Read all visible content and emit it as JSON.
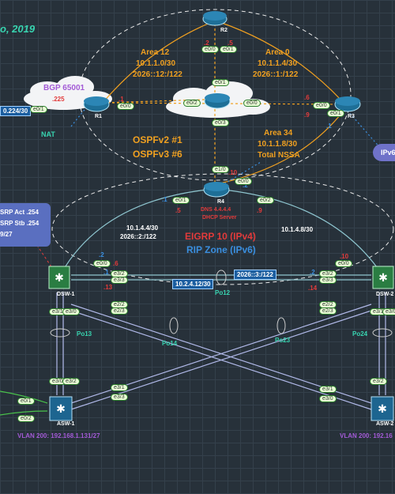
{
  "header": {
    "date_fragment": "o, 2019"
  },
  "routers": {
    "r1": "R1",
    "r2": "R2",
    "r3": "R3",
    "r4": "R4",
    "dsw1": "DSW-1",
    "dsw2": "DSW-2",
    "asw1": "ASW-1",
    "asw2": "ASW-2"
  },
  "areas": {
    "area12": [
      "Area 12",
      "10.1.1.0/30",
      "2026::12:/122"
    ],
    "area0": [
      "Area 0",
      "10.1.1.4/30",
      "2026::1:/122"
    ],
    "area34": [
      "Area 34",
      "10.1.1.8/30",
      "Total NSSA"
    ]
  },
  "bgp": {
    "label": "BGP 65001",
    "octet": ".225",
    "subnet": "0.224/30",
    "nat": "NAT"
  },
  "ospf": [
    "OSPFv2 #1",
    "OSPFv3 #6"
  ],
  "r4": {
    "dns": "DNS 4.4.4.4",
    "dhcp": "DHCP Server"
  },
  "eigrp": {
    "name": "EIGRP 10 (IPv4)",
    "rip": "RIP Zone (IPv6)"
  },
  "subnets": {
    "left": [
      "10.1.4.4/30",
      "2026::2:/122"
    ],
    "right": "10.1.4.8/30",
    "mid": "10.2.4.12/30",
    "mid6": "2026::3:/122"
  },
  "hsrp": [
    "SRP Act .254",
    "SRP Stb .254",
    "9/27"
  ],
  "ipv6_tag": "IPv6",
  "vlan": {
    "left": "VLAN 200: 192.168.1.131/27",
    "right": "VLAN 200: 192.16"
  },
  "ports": {
    "po12": "Po12",
    "po13": "Po13",
    "po14": "Po14",
    "po23": "Po23",
    "po24": "Po24"
  },
  "octets": {
    "r2_left": ".2",
    "r2_right": ".5",
    "r1_right": ".1",
    "r3_left": ".6",
    "r3_low": ".9",
    "r3_under": ".1",
    "r4_top": ".10",
    "r4_topr": ".2",
    "r4_l": ".1",
    "r4_l2": ".5",
    "r4_r": ".9",
    "dsw1_a": ".2",
    "dsw1_b": ".6",
    "dsw1_c": ".1",
    "dsw1_d": ".13",
    "dsw2_a": ".10",
    "dsw2_b": ".2",
    "dsw2_c": ".14"
  },
  "interfaces": {
    "r2_e00": "e0/0",
    "r2_e01": "e0/1",
    "r1_e01": "e0/1",
    "r1_e00": "e0/0",
    "mid_e01": "e0/1",
    "mid_e02": "e0/2",
    "mid_e00": "e0/0",
    "mid_e03": "e0/3",
    "r3_e00": "e0/0",
    "r3_e01": "e0/1",
    "r4_e10": "e1/0",
    "r4_e00": "e0/0",
    "r4_e01": "e0/1",
    "r4_e02": "e0/2",
    "dsw1_e00": "e0/0",
    "dsw1_e32": "e3/2",
    "dsw1_e33": "e3/3",
    "dsw1_e22": "e2/2",
    "dsw1_e23": "e2/3",
    "dsw1_e31": "e3/1",
    "dsw1_e30": "e3/0",
    "dsw2_e00": "e0/0",
    "dsw2_e32": "e3/2",
    "dsw2_e33": "e3/3",
    "dsw2_e22": "e2/2",
    "dsw2_e23": "e2/3",
    "dsw2_e31": "e3/1",
    "dsw2_e30": "e3/0",
    "asw1_e01": "e0/1",
    "asw1_e02": "e0/2",
    "asw1_e30": "e3/0",
    "asw1_e32": "e3/2",
    "asw1_e31": "e3/1",
    "asw1_e33": "e3/3",
    "asw2_e31": "e3/1",
    "asw2_e30": "e3/0",
    "asw2_e32": "e3/2"
  },
  "colors": {
    "background": "#27313a",
    "ospf_orange": "#f0a020",
    "eigrp_red": "#e23b3b",
    "rip_blue": "#3a8fe0",
    "cyan": "#38d4b0",
    "vlan_purple": "#a35ad6",
    "hsrp_box": "#5a6fc0"
  }
}
